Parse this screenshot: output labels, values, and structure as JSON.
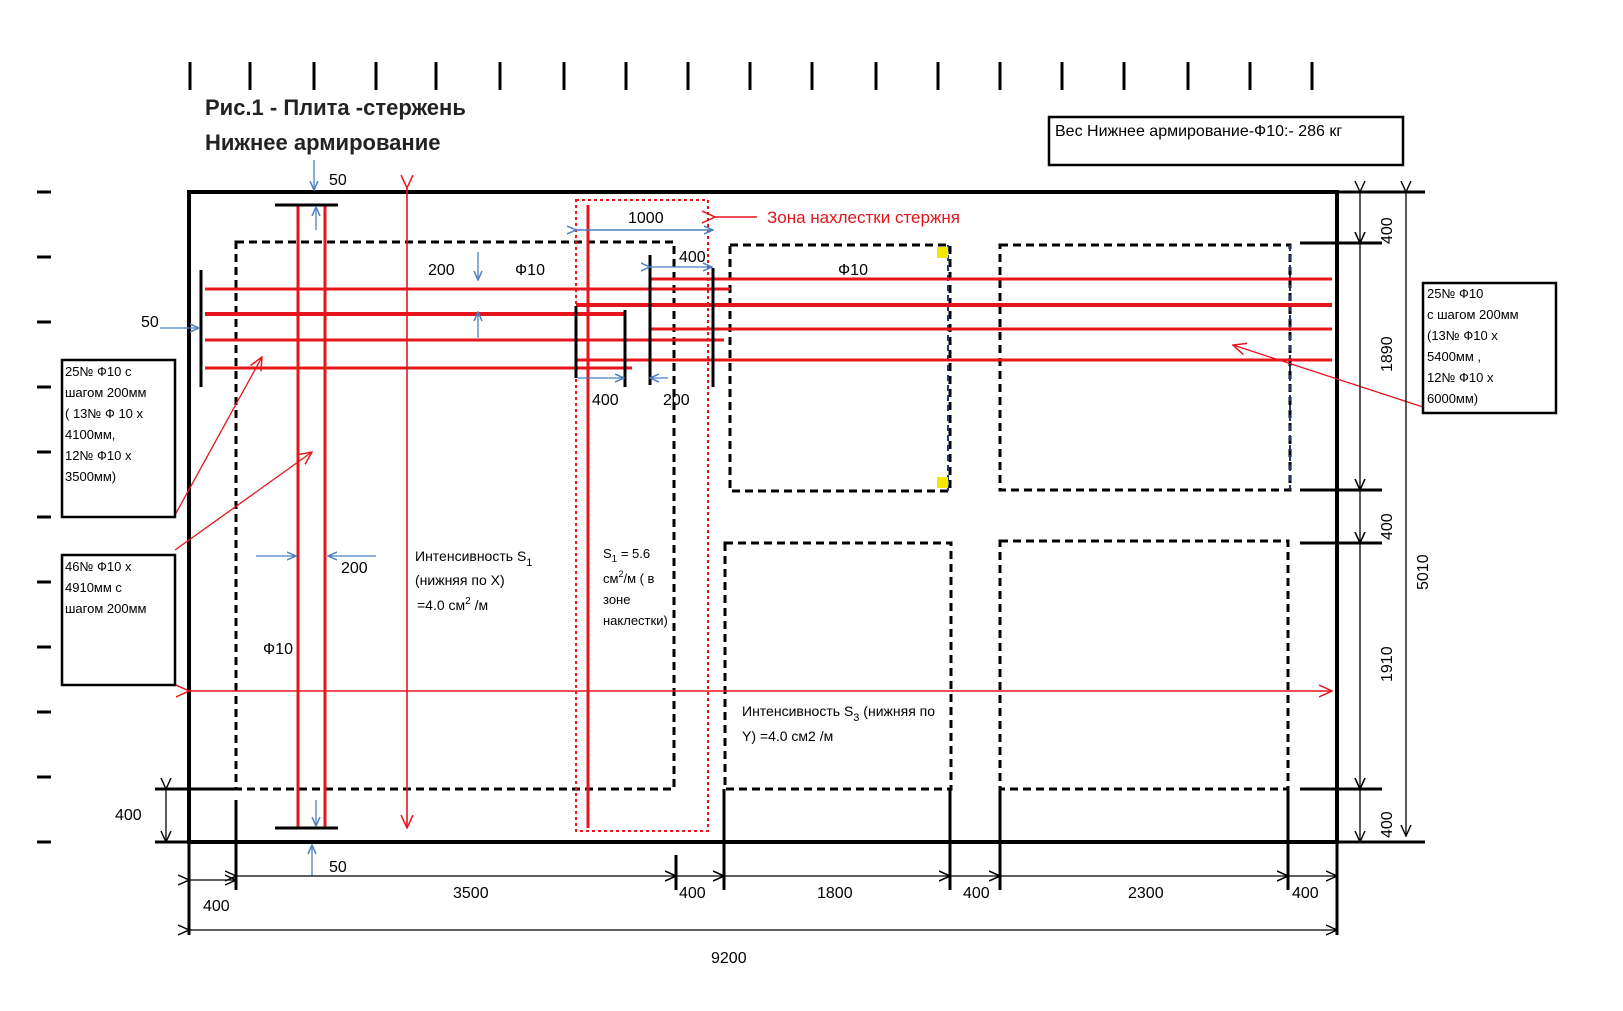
{
  "title": {
    "line1": "Рис.1 - Плита  -стержень",
    "line2": "Нижнее армирование"
  },
  "weight_box": "Вес Нижнее армирование-Ф10:- 286 кг",
  "lap_zone_label": "Зона нахлестки стержня",
  "bar_labels": {
    "phi10_top_left": "Ф10",
    "phi10_top_mid": "Ф10",
    "phi10_vertical": "Ф10"
  },
  "callouts": {
    "left_top": [
      "25№ Ф10 с",
      "шагом 200мм",
      "( 13№ Ф 10 х",
      "4100мм,",
      "12№ Ф10 х",
      "3500мм)"
    ],
    "left_bottom": [
      "46№ Ф10 х",
      "4910мм с",
      "шагом 200мм"
    ],
    "right": [
      "25№ Ф10",
      "с шагом 200мм",
      "(13№ Ф10 х",
      "5400мм ,",
      "12№ Ф10 х",
      "6000мм)"
    ]
  },
  "intensity": {
    "s1_line1": "Интенсивность S",
    "s1_sub": "1",
    "s1_line2": "(нижняя по X)",
    "s1_line3": "=4.0 см",
    "s1_line3_sup": "2",
    "s1_line3_tail": " /м",
    "s1_lap_line1": "S",
    "s1_lap_sub": "1",
    "s1_lap_line1_tail": " = 5.6",
    "s1_lap_line2": "см",
    "s1_lap_line2_sup": "2",
    "s1_lap_line2_tail": "/м ( в",
    "s1_lap_line3": "зоне",
    "s1_lap_line4": "наклестки)",
    "s3_line1": "Интенсивность S",
    "s3_sub": "3",
    "s3_line1_tail": " (нижняя по",
    "s3_line2": "Y)    =4.0 см2 /м"
  },
  "dims": {
    "d50_top": "50",
    "d50_left": "50",
    "d50_bottom": "50",
    "d200_top": "200",
    "d1000": "1000",
    "d400_lap_top": "400",
    "d400_lap_bot": "400",
    "d200_lap_bot": "200",
    "d200_mid": "200",
    "d400_left_bot": "400",
    "bottom": [
      "400",
      "3500",
      "400",
      "1800",
      "400",
      "2300",
      "400"
    ],
    "total_width": "9200",
    "right": [
      "400",
      "1890",
      "400",
      "1910",
      "400"
    ],
    "total_height": "5010"
  },
  "colors": {
    "rebar": "#e8141c",
    "dim_arrow": "#4a7fc1",
    "outline": "#000000",
    "marker": "#f7e600",
    "column_edge": "#1f3a6b"
  }
}
